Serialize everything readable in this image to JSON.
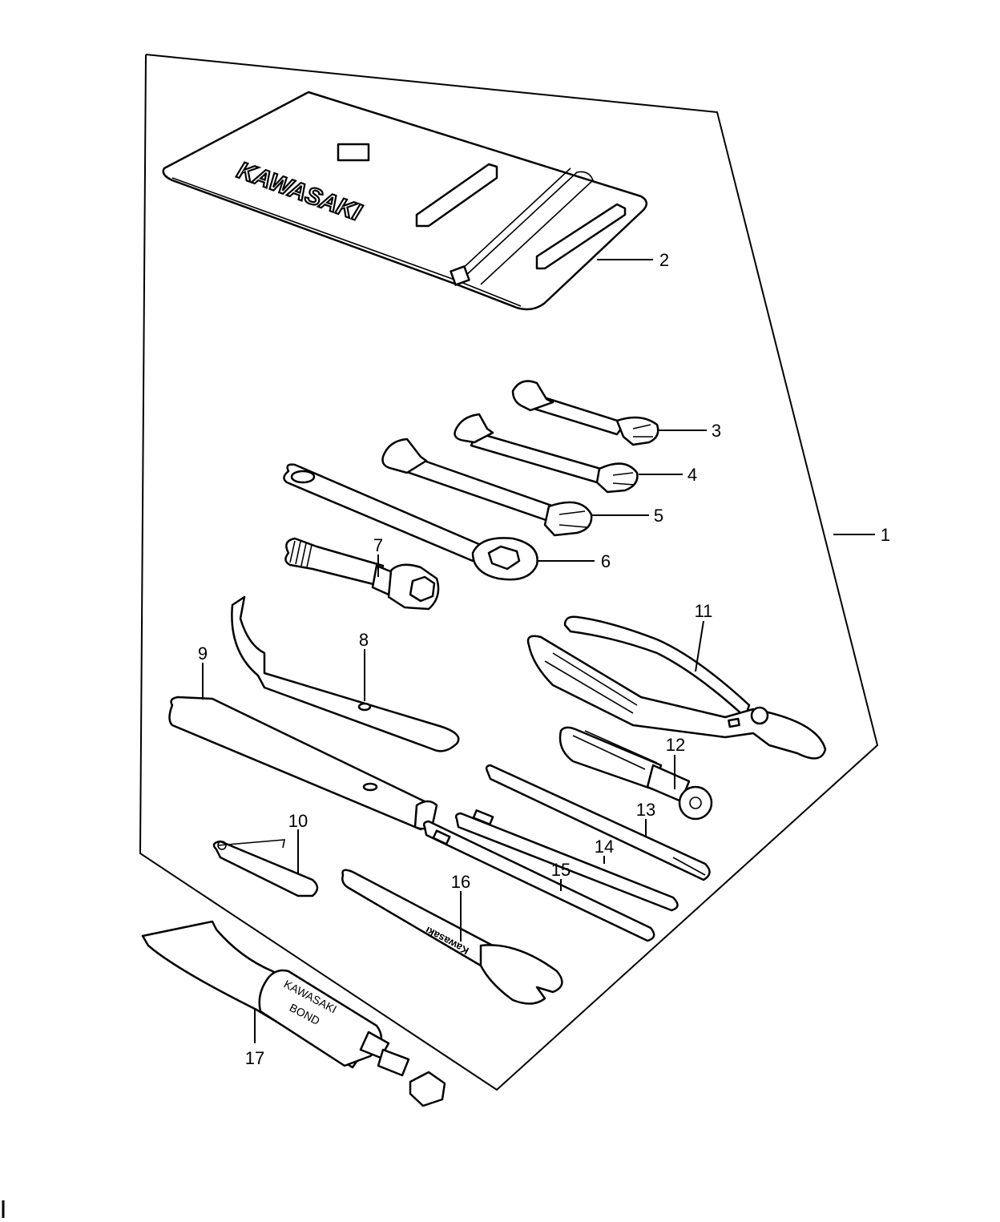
{
  "diagram": {
    "callouts": [
      {
        "id": "1",
        "label": "1"
      },
      {
        "id": "2",
        "label": "2"
      },
      {
        "id": "3",
        "label": "3"
      },
      {
        "id": "4",
        "label": "4"
      },
      {
        "id": "5",
        "label": "5"
      },
      {
        "id": "6",
        "label": "6"
      },
      {
        "id": "7",
        "label": "7"
      },
      {
        "id": "8",
        "label": "8"
      },
      {
        "id": "9",
        "label": "9"
      },
      {
        "id": "10",
        "label": "10"
      },
      {
        "id": "11",
        "label": "11"
      },
      {
        "id": "12",
        "label": "12"
      },
      {
        "id": "13",
        "label": "13"
      },
      {
        "id": "14",
        "label": "14"
      },
      {
        "id": "15",
        "label": "15"
      },
      {
        "id": "16",
        "label": "16"
      },
      {
        "id": "17",
        "label": "17"
      }
    ],
    "pouch_brand": "KAWASAKI",
    "tube_label_line1": "KAWASAKI",
    "tube_label_line2": "BOND",
    "wrench16_brand": "Kawasaki"
  }
}
